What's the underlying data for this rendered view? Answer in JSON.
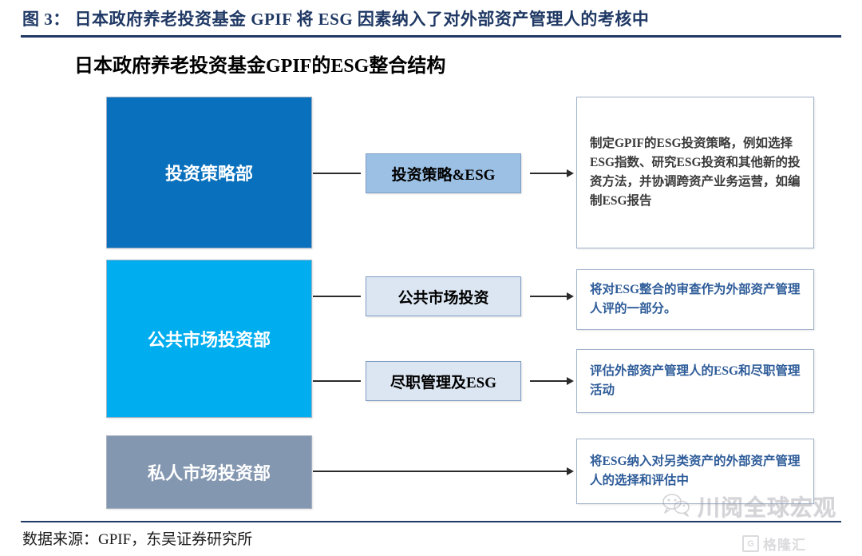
{
  "header": {
    "figure_title": "图 3： 日本政府养老投资基金 GPIF 将 ESG 因素纳入了对外部资产管理人的考核中"
  },
  "chart_heading": "日本政府养老投资基金GPIF的ESG整合结构",
  "diagram": {
    "type": "flow-diagram",
    "departments": [
      {
        "label": "投资策略部",
        "color": "#0870bc"
      },
      {
        "label": "公共市场投资部",
        "color": "#00adef"
      },
      {
        "label": "私人市场投资部",
        "color": "#8497b0"
      }
    ],
    "functions": [
      {
        "label": "投资策略&ESG",
        "color": "#9cc0e3"
      },
      {
        "label": "公共市场投资",
        "color": "#dce6f2"
      },
      {
        "label": "尽职管理及ESG",
        "color": "#dce6f2"
      }
    ],
    "descriptions": [
      {
        "text": "制定GPIF的ESG投资策略，例如选择ESG指数、研究ESG投资和其他新的投资方法，并协调跨资产业务运营，如编制ESG报告",
        "color": "#3a3a3a"
      },
      {
        "text": "将对ESG整合的审查作为外部资产管理人评的一部分。",
        "color": "#2e5c99"
      },
      {
        "text": "评估外部资产管理人的ESG和尽职管理活动",
        "color": "#2e5c99"
      },
      {
        "text": "将ESG纳入对另类资产的外部资产管理人的选择和评估中",
        "color": "#2e5c99"
      }
    ]
  },
  "footer": {
    "source": "数据来源：GPIF，东吴证券研究所"
  },
  "watermarks": {
    "wechat_text": "川阅全球宏观",
    "brand_mark": "G",
    "brand_text": "格隆汇"
  }
}
